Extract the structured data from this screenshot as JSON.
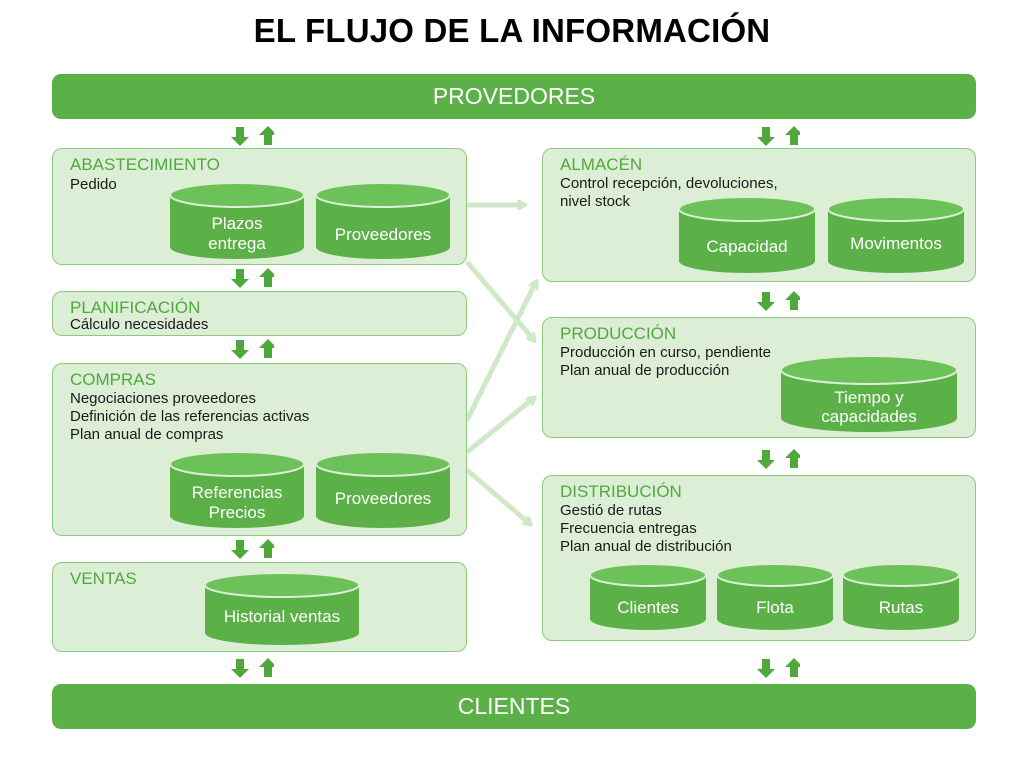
{
  "title": "EL FLUJO DE LA INFORMACIÓN",
  "top_bar": "PROVEDORES",
  "bottom_bar": "CLIENTES",
  "colors": {
    "accent": "#5bb147",
    "panel": "#dcefd6",
    "heading": "#4fa83c",
    "arrow": "#4fa83c"
  },
  "abastecimiento": {
    "heading": "ABASTECIMIENTO",
    "lines": [
      "Pedido"
    ],
    "cyl1": [
      "Plazos",
      "entrega"
    ],
    "cyl2": "Proveedores"
  },
  "planificacion": {
    "heading": "PLANIFICACIÓN",
    "lines": [
      "Cálculo necesidades"
    ]
  },
  "compras": {
    "heading": "COMPRAS",
    "lines": [
      "Negociaciones proveedores",
      "Definición de las referencias activas",
      "Plan anual de compras"
    ],
    "cyl1": [
      "Referencias",
      "Precios"
    ],
    "cyl2": "Proveedores"
  },
  "ventas": {
    "heading": "VENTAS",
    "cyl1": "Historial ventas"
  },
  "almacen": {
    "heading": "ALMACÉN",
    "lines": [
      "Control recepción, devoluciones,",
      "nivel stock"
    ],
    "cyl1": "Capacidad",
    "cyl2": "Movimentos"
  },
  "produccion": {
    "heading": "PRODUCCIÓN",
    "lines": [
      "Producción en curso, pendiente",
      "Plan anual de producción"
    ],
    "cyl1": [
      "Tiempo y",
      "capacidades"
    ]
  },
  "distribucion": {
    "heading": "DISTRIBUCIÓN",
    "lines": [
      "Gestió de rutas",
      "Frecuencia entregas",
      "Plan anual de distribución"
    ],
    "cyl1": "Clientes",
    "cyl2": "Flota",
    "cyl3": "Rutas"
  }
}
